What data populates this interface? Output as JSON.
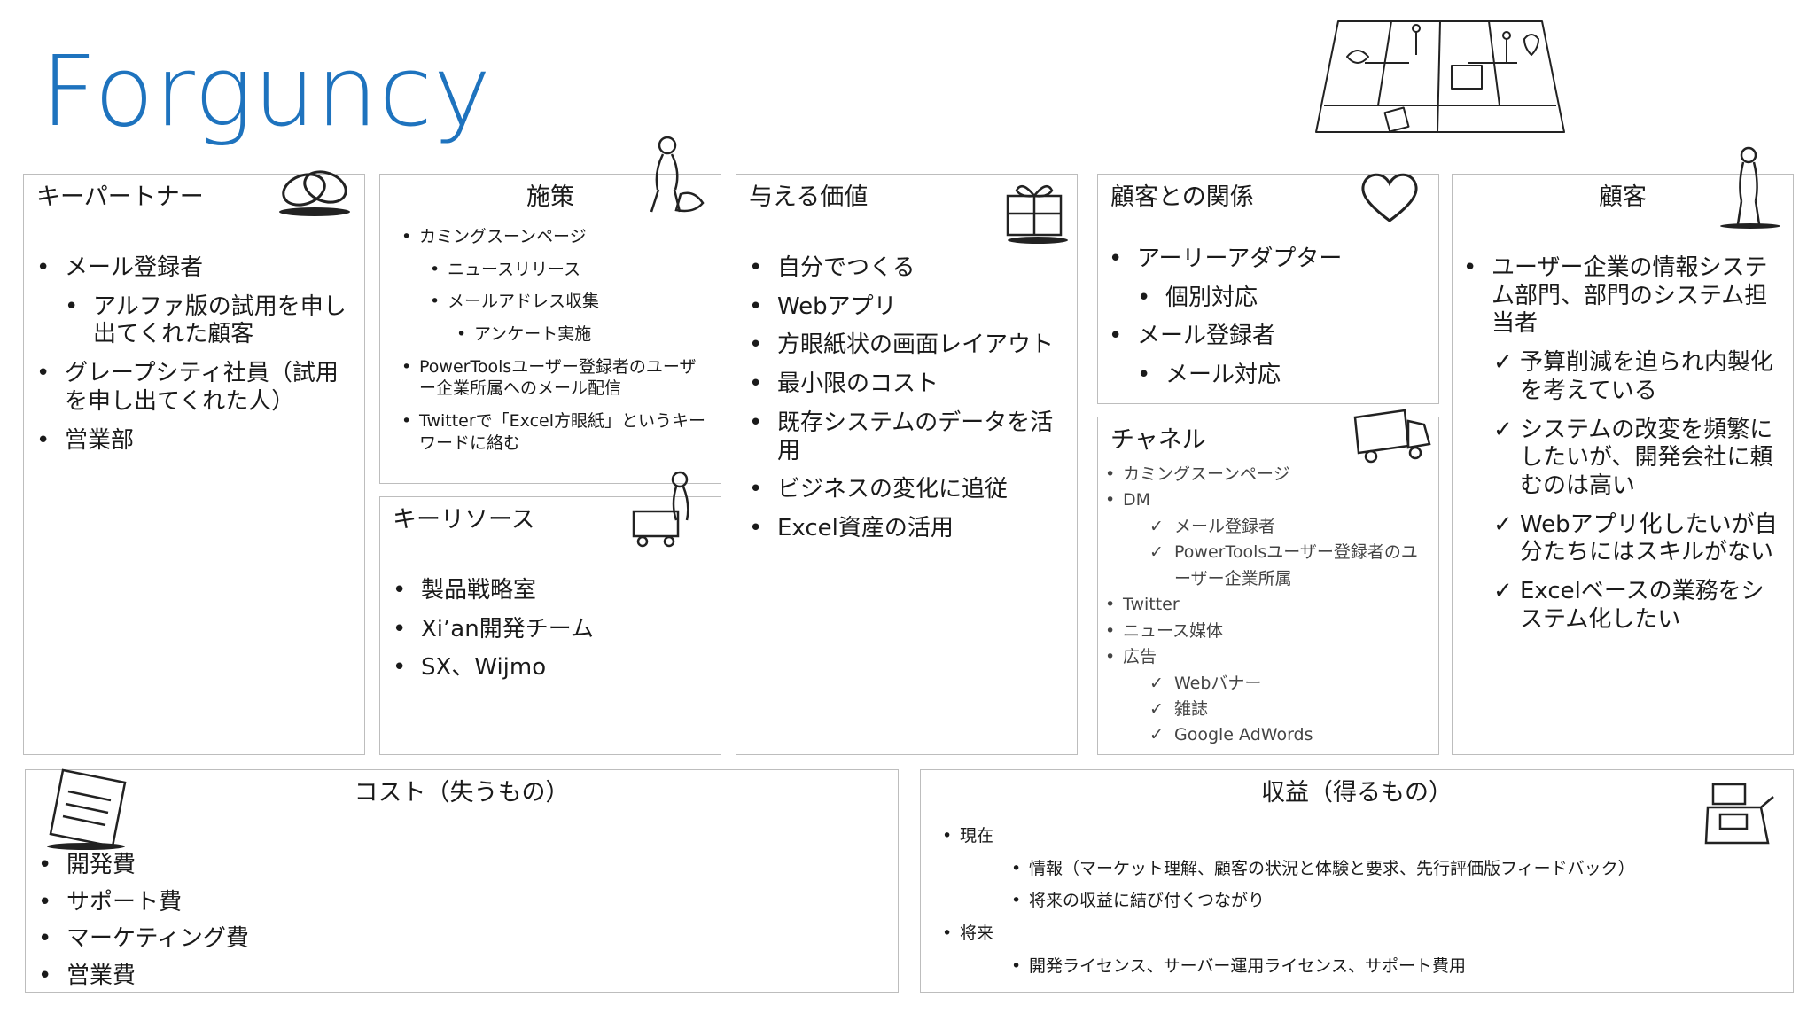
{
  "brand": "Forguncy",
  "partners": {
    "title": "キーパートナー",
    "items": [
      "メール登録者",
      "アルファ版の試用を申し出てくれた顧客",
      "グレープシティ社員（試用を申し出てくれた人）",
      "営業部"
    ]
  },
  "activities": {
    "title": "施策",
    "items": [
      "カミングスーンページ",
      "ニュースリリース",
      "メールアドレス収集",
      "アンケート実施",
      "PowerToolsユーザー登録者のユーザー企業所属へのメール配信",
      "Twitterで「Excel方眼紙」というキーワードに絡む"
    ]
  },
  "resources": {
    "title": "キーリソース",
    "items": [
      "製品戦略室",
      "Xi’an開発チーム",
      "SX、Wijmo"
    ]
  },
  "value": {
    "title": "与える価値",
    "items": [
      "自分でつくる",
      "Webアプリ",
      "方眼紙状の画面レイアウト",
      "最小限のコスト",
      "既存システムのデータを活用",
      "ビジネスの変化に追従",
      "Excel資産の活用"
    ]
  },
  "relations": {
    "title": "顧客との関係",
    "items": [
      "アーリーアダプター",
      "個別対応",
      "メール登録者",
      "メール対応"
    ]
  },
  "channels": {
    "title": "チャネル",
    "items": [
      "カミングスーンページ",
      "DM",
      "メール登録者",
      "PowerToolsユーザー登録者のユーザー企業所属",
      "Twitter",
      "ニュース媒体",
      "広告",
      "Webバナー",
      "雑誌",
      "Google AdWords"
    ]
  },
  "customers": {
    "title": "顧客",
    "items": [
      "ユーザー企業の情報システム部門、部門のシステム担当者",
      "予算削減を迫られ内製化を考えている",
      "システムの改変を頻繁にしたいが、開発会社に頼むのは高い",
      "Webアプリ化したいが自分たちにはスキルがない",
      "Excelベースの業務をシステム化したい"
    ]
  },
  "cost": {
    "title": "コスト（失うもの）",
    "items": [
      "開発費",
      "サポート費",
      "マーケティング費",
      "営業費"
    ]
  },
  "revenue": {
    "title": "収益（得るもの）",
    "items": [
      "現在",
      "情報（マーケット理解、顧客の状況と体験と要求、先行評価版フィードバック）",
      "将来の収益に結び付くつながり",
      "将来",
      "開発ライセンス、サーバー運用ライセンス、サポート費用"
    ]
  }
}
